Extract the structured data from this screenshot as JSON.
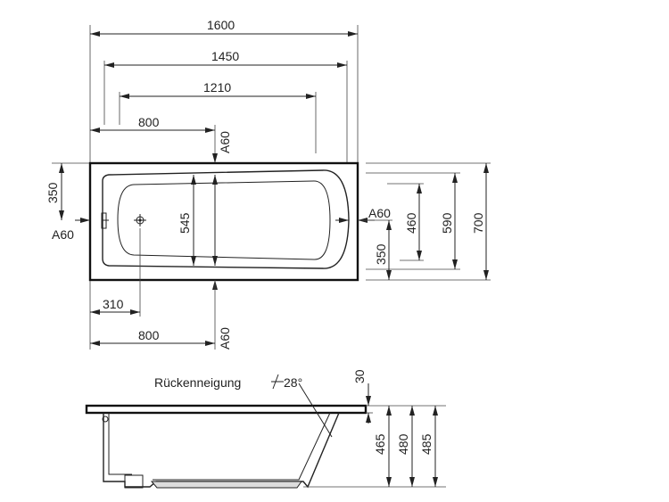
{
  "colors": {
    "line": "#222222",
    "background": "#ffffff",
    "basin": "#dddddd"
  },
  "plan": {
    "dim_total_length": "1600",
    "dim_1450": "1450",
    "dim_1210": "1210",
    "dim_800_top": "800",
    "label_a60_top": "A60",
    "label_a60_left": "A60",
    "label_a60_right": "A60",
    "label_a60_bottom": "A60",
    "dim_350_left": "350",
    "dim_545": "545",
    "dim_310": "310",
    "dim_800_bottom": "800",
    "dim_460": "460",
    "dim_590": "590",
    "dim_700": "700",
    "dim_350_right": "350"
  },
  "section": {
    "back_slope_label": "Rückenneigung",
    "angle_label": "28°",
    "dim_30": "30",
    "dim_465": "465",
    "dim_480": "480",
    "dim_485": "485"
  }
}
